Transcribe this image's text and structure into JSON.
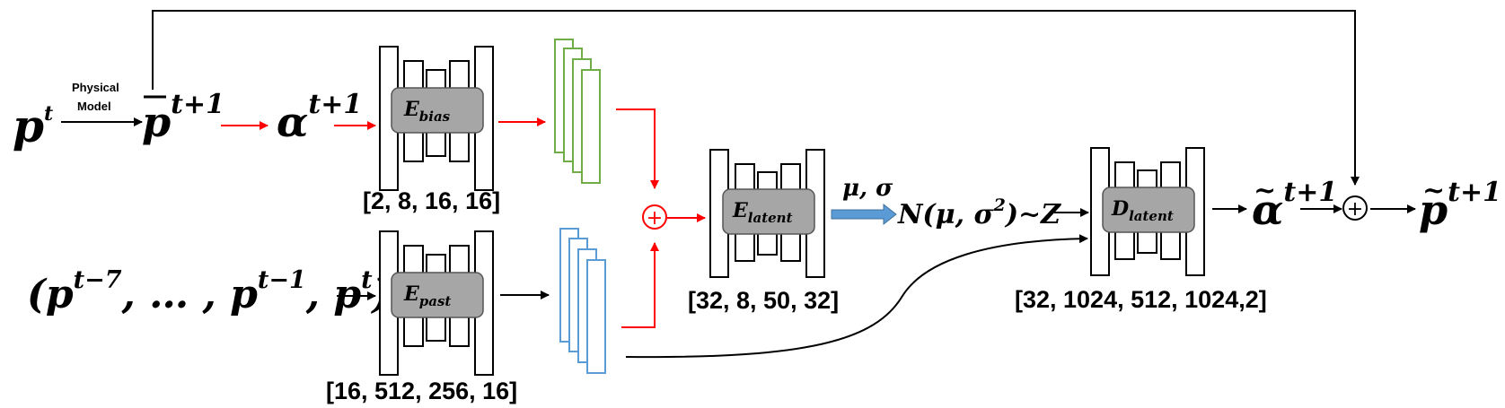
{
  "inputs": {
    "p_t": {
      "base": "p",
      "sup": "t"
    },
    "past_sequence": {
      "open": "(",
      "p1": "p",
      "s1": "t−7",
      "mid": ", … , ",
      "p2": "p",
      "s2": "t−1",
      "sep": ", ",
      "p3": "p",
      "s3": "t",
      "close": ")"
    }
  },
  "physical_model_label": [
    "Physical",
    "Model"
  ],
  "intermediate": {
    "p_bar": {
      "base": "p",
      "sup": "t+1"
    },
    "alpha": {
      "base": "α",
      "sup": "t+1"
    }
  },
  "blocks": {
    "e_bias": {
      "base": "E",
      "sub": "bias",
      "dims": "[2, 8, 16, 16]"
    },
    "e_past": {
      "base": "E",
      "sub": "past",
      "dims": "[16, 512, 256, 16]"
    },
    "e_latent": {
      "base": "E",
      "sub": "latent",
      "dims": "[32, 8, 50, 32]"
    },
    "d_latent": {
      "base": "D",
      "sub": "latent",
      "dims": "[32, 1024, 512, 1024,2]"
    }
  },
  "latent": {
    "mu_sigma": "μ, σ",
    "distribution": {
      "pre": "N(μ, σ",
      "sup": "2",
      "post": ")∼Z"
    }
  },
  "outputs": {
    "alpha_tilde": {
      "base": "α",
      "sup": "t+1"
    },
    "p_tilde": {
      "base": "p",
      "sup": "t+1"
    }
  },
  "symbols": {
    "plus": "+"
  },
  "colors": {
    "arrow_black": "#000000",
    "arrow_red": "#ff0000",
    "feature_green": "#70ad47",
    "feature_blue": "#5b9bd5",
    "block_fill": "#a6a6a6",
    "thick_arrow": "#5b9bd5"
  }
}
